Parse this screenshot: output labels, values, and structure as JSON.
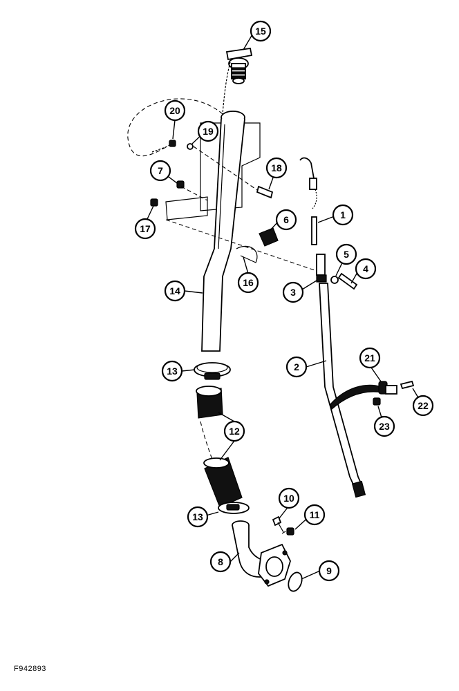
{
  "figure_id": "F942893",
  "callouts": [
    "1",
    "2",
    "3",
    "4",
    "5",
    "6",
    "7",
    "8",
    "9",
    "10",
    "11",
    "12",
    "13",
    "14",
    "15",
    "16",
    "17",
    "18",
    "19",
    "20",
    "21",
    "22",
    "23"
  ],
  "callout_13_second": "13"
}
